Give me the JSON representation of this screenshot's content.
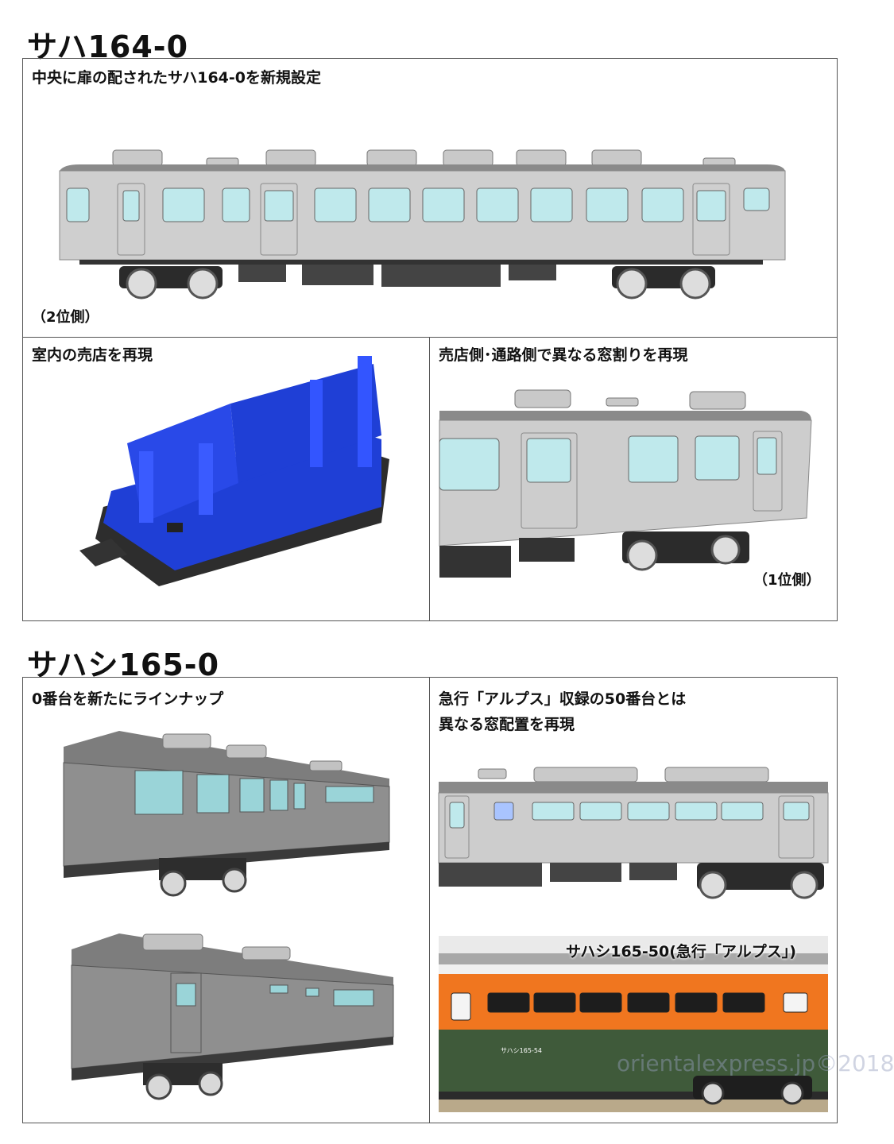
{
  "section1": {
    "title": "サハ164-0",
    "main_caption": "中央に扉の配されたサハ164-0を新規設定",
    "main_side": "（2位側）",
    "left_caption": "室内の売店を再現",
    "right_caption": "売店側･通路側で異なる窓割りを再現",
    "right_side": "（1位側）"
  },
  "section2": {
    "title": "サハシ165-0",
    "left_caption": "0番台を新たにラインナップ",
    "right_caption_line1": "急行「アルプス」収録の50番台とは",
    "right_caption_line2": "異なる窓配置を再現",
    "photo_label": "サハシ165-50(急行「アルプス」)",
    "car_number": "サハシ165-54"
  },
  "watermark": "orientalexpress.jp©2018"
}
